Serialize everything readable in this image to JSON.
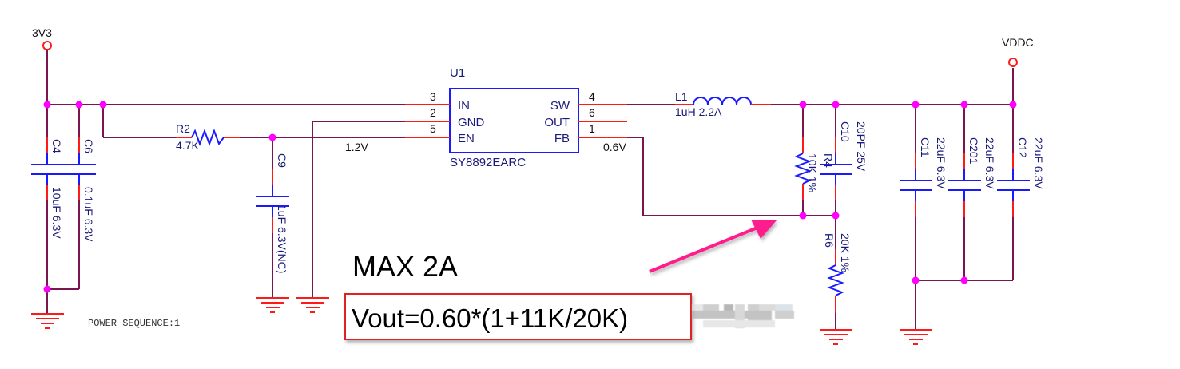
{
  "nets": {
    "vin": "3V3",
    "vout": "VDDC",
    "en_voltage": "1.2V",
    "fb_voltage": "0.6V"
  },
  "ic": {
    "ref": "U1",
    "part": "SY8892EARC",
    "left_pins": [
      {
        "num": "3",
        "name": "IN"
      },
      {
        "num": "2",
        "name": "GND"
      },
      {
        "num": "5",
        "name": "EN"
      }
    ],
    "right_pins": [
      {
        "num": "4",
        "name": "SW"
      },
      {
        "num": "6",
        "name": "OUT"
      },
      {
        "num": "1",
        "name": "FB"
      }
    ]
  },
  "components": {
    "C4": {
      "ref": "C4",
      "value": "10uF 6.3V"
    },
    "C6": {
      "ref": "C6",
      "value": "0.1uF 6.3V"
    },
    "R2": {
      "ref": "R2",
      "value": "4.7K"
    },
    "C9": {
      "ref": "C9",
      "value": "1uF 6.3V(NC)"
    },
    "L1": {
      "ref": "L1",
      "value": "1uH 2.2A"
    },
    "R4": {
      "ref": "R4",
      "value": "10K 1%"
    },
    "C10": {
      "ref": "C10",
      "value": "20PF 25V"
    },
    "R6": {
      "ref": "R6",
      "value": "20K 1%"
    },
    "C11": {
      "ref": "C11",
      "value": "22uF 6.3V"
    },
    "C201": {
      "ref": "C201",
      "value": "22uF 6.3V"
    },
    "C12": {
      "ref": "C12",
      "value": "22uF 6.3V"
    }
  },
  "notes": {
    "power_sequence": "POWER SEQUENCE:1",
    "max_current": "MAX 2A",
    "formula": "Vout=0.60*(1+11K/20K)"
  },
  "colors": {
    "wire": "#7a1550",
    "pin": "#ff1a1a",
    "part": "#1a1aff",
    "junction": "#ff00ff",
    "annotation_arrow": "#ff1a8c",
    "highlight_box": "#e02020"
  }
}
